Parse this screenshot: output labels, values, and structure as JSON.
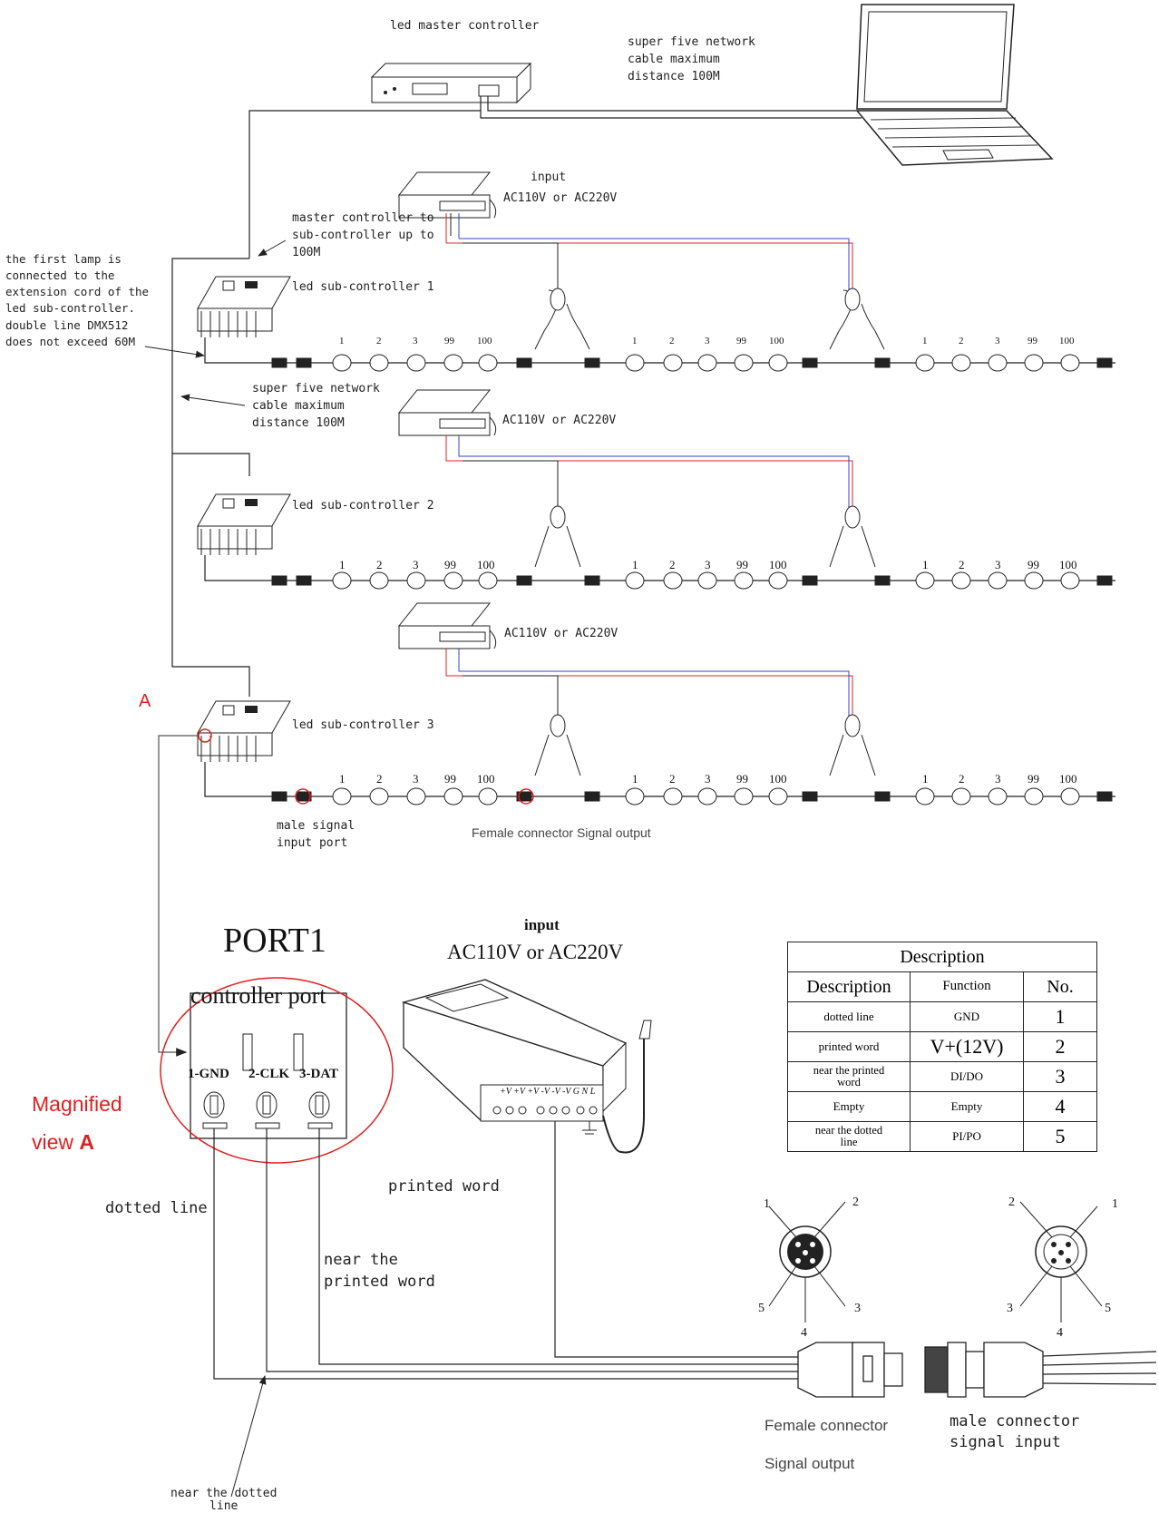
{
  "top": {
    "master_controller": "led master controller",
    "cable_note": "super five network\ncable maximum\ndistance 100M",
    "input_label": "input",
    "input_voltage": "AC110V or AC220V",
    "master_to_sub": "master controller to\nsub-controller up to\n100M",
    "first_lamp_note": "the first lamp is\nconnected to the\nextension cord of the\nled sub-controller.\ndouble line DMX512\ndoes not exceed 60M",
    "sub1": "led sub-controller 1",
    "sub2": "led sub-controller 2",
    "sub3": "led sub-controller 3",
    "cable_note2": "super five network\ncable maximum\ndistance 100M",
    "voltage_row2": "AC110V or AC220V",
    "voltage_row3": "AC110V or AC220V",
    "lamp_numbers": [
      "1",
      "2",
      "3",
      "99",
      "100"
    ],
    "marker_a": "A",
    "male_signal": "male signal\ninput port",
    "female_signal": "Female connector Signal output"
  },
  "bottom": {
    "port_title": "PORT1",
    "controller_port": "controller port",
    "pins": [
      "1-GND",
      "2-CLK",
      "3-DAT"
    ],
    "magnified_line1": "Magnified",
    "magnified_line2": "view ",
    "magnified_bold": "A",
    "input_label": "input",
    "input_voltage": "AC110V or AC220V",
    "psu_terminals": "+V +V +V -V -V -V G N L",
    "dotted_line": "dotted line",
    "printed_word": "printed word",
    "near_printed": "near the\nprinted word",
    "near_dotted": "near the dotted\nline",
    "female_connector": "Female connector",
    "signal_output": "Signal output",
    "male_connector": "male connector\nsignal input",
    "pin_numbers_female": [
      "1",
      "2",
      "5",
      "3",
      "4"
    ],
    "pin_numbers_male": [
      "2",
      "1",
      "3",
      "5",
      "4"
    ]
  },
  "table": {
    "caption": "Description",
    "headers": [
      "Description",
      "Function",
      "No."
    ],
    "rows": [
      {
        "desc": "dotted line",
        "func": "GND",
        "no": "1"
      },
      {
        "desc": "printed word",
        "func": "V+(12V)",
        "no": "2"
      },
      {
        "desc": "near the printed\nword",
        "func": "DI/DO",
        "no": "3"
      },
      {
        "desc": "Empty",
        "func": "Empty",
        "no": "4"
      },
      {
        "desc": "near the dotted\nline",
        "func": "PI/PO",
        "no": "5"
      }
    ]
  },
  "colors": {
    "line": "#222222",
    "accent": "#e02020",
    "wire_blue": "#3344cc"
  }
}
